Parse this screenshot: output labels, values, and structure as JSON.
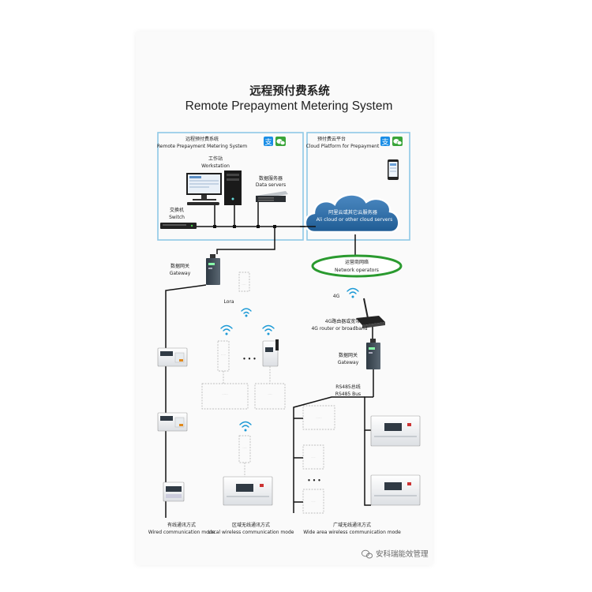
{
  "title": {
    "cn": "远程预付费系统",
    "en": "Remote Prepayment Metering System"
  },
  "system_box": {
    "cn": "远程预付费系统",
    "en": "Remote Prepayment Metering System"
  },
  "cloud_box": {
    "cn": "预付费云平台",
    "en": "Cloud Platform for Prepayment"
  },
  "workstation": {
    "cn": "工作站",
    "en": "Workstation"
  },
  "data_servers": {
    "cn": "数据服务器",
    "en": "Data servers"
  },
  "switch": {
    "cn": "交换机",
    "en": "Switch"
  },
  "ali_cloud": {
    "cn": "阿里云或其它云服务器",
    "en": "Ali cloud or other cloud servers"
  },
  "network_operators": {
    "cn": "运营商网络",
    "en": "Network operators"
  },
  "gateway_left": {
    "cn": "数据网关",
    "en": "Gateway"
  },
  "gateway_right": {
    "cn": "数据网关",
    "en": "Gateway"
  },
  "lora": "Lora",
  "fourg": "4G",
  "router": {
    "cn": "4G路由器或宽带",
    "en": "4G router or broadband"
  },
  "rs485": {
    "cn": "RS485总线",
    "en": "RS485 Bus"
  },
  "ellipsis": "• • •",
  "modes": {
    "wired": {
      "cn": "有线通讯方式",
      "en": "Wired communication mode"
    },
    "local": {
      "cn": "区域无线通讯方式",
      "en": "Local wireless communication mode"
    },
    "wide": {
      "cn": "广域无线通讯方式",
      "en": "Wide area wireless communication mode"
    }
  },
  "watermark": "安科瑞能效管理",
  "icons": [
    "alipay-icon",
    "wechat-icon",
    "wifi-icon",
    "router-icon",
    "gateway-icon",
    "meter-icon",
    "phone-icon"
  ],
  "colors": {
    "frame_blue": "#8ec9e6",
    "cloud_blue": "#2d6ea6",
    "network_green": "#2a9a2f",
    "alipay_blue": "#1a8ee6",
    "wechat_green": "#3aa53a"
  }
}
